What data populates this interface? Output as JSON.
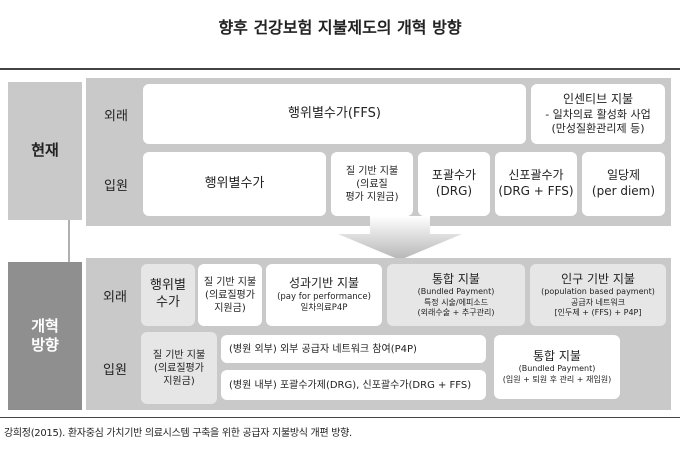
{
  "title": "향후 건강보험 지불제도의 개혁 방향",
  "current": {
    "side_label": "현재",
    "outpatient": {
      "label": "외래",
      "ffs": "행위별수가(FFS)",
      "incentive": [
        "인센티브 지불",
        "- 일차의료 활성화 사업",
        "(만성질환관리제 등)"
      ]
    },
    "inpatient": {
      "label": "입원",
      "ffs": "행위별수가",
      "quality": [
        "질 기반 지불",
        "(의료질",
        "평가 지원금)"
      ],
      "drg": [
        "포괄수가",
        "(DRG)"
      ],
      "new_drg": [
        "신포괄수가",
        "(DRG + FFS)"
      ],
      "per_diem": [
        "일당제",
        "(per diem)"
      ]
    }
  },
  "future": {
    "side_label": [
      "개혁",
      "방향"
    ],
    "outpatient": {
      "label": "외래",
      "ffs": [
        "행위별",
        "수가"
      ],
      "quality": [
        "질 기반 지불",
        "(의료질평가",
        "지원금)"
      ],
      "p4p": [
        "성과기반 지불",
        "(pay for performance)",
        "일차의료P4P"
      ],
      "bundled": [
        "통합 지불",
        "(Bundled Payment)",
        "특정 시술/에피소드",
        "(외래수술 + 추구관리)"
      ],
      "population": [
        "인구 기반 지불",
        "(population based payment)",
        "공급자 네트워크",
        "[인두제 + (FFS) + P4P]"
      ]
    },
    "inpatient": {
      "label": "입원",
      "quality": [
        "질 기반 지불",
        "(의료질평가",
        "지원금)"
      ],
      "external": "(병원 외부) 외부 공급자 네트워크 참여(P4P)",
      "internal": "(병원 내부) 포괄수가제(DRG), 신포괄수가(DRG + FFS)",
      "bundled": [
        "통합 지불",
        "(Bundled Payment)",
        "(입원 + 퇴원 후 관리 + 재입원)"
      ]
    }
  },
  "source": "강희정(2015). 환자중심 가치기반 의료시스템 구축을 위한 공급자 지불방식 개편 방향.",
  "colors": {
    "light_panel": "#c9c9c9",
    "dark_panel": "#8f8f8f",
    "box": "#ffffff",
    "box_alt": "#e6e6e6"
  }
}
